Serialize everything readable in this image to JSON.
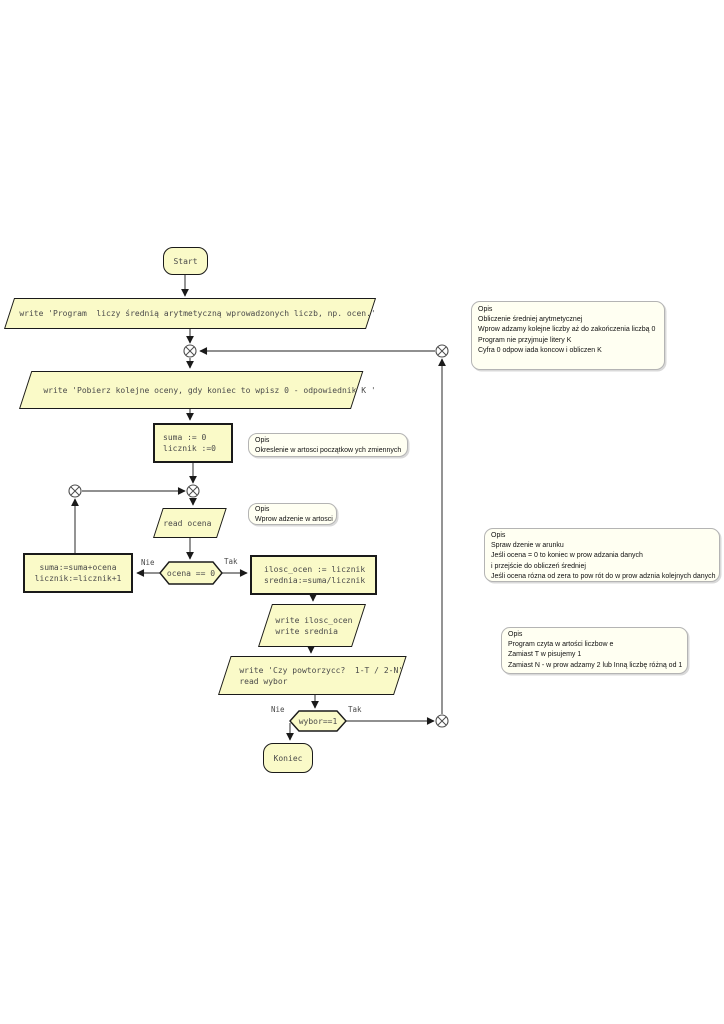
{
  "diagram": {
    "nodes": {
      "start": {
        "label": "Start"
      },
      "intro": {
        "text": "write 'Program  liczy średnią arytmetyczną wprowadzonych liczb, np. ocen.'"
      },
      "prompt": {
        "text": "write 'Pobierz kolejne oceny, gdy koniec to wpisz 0 - odpowiednik K '"
      },
      "init": {
        "lines": [
          "suma := 0",
          "licznik :=0"
        ]
      },
      "read": {
        "text": "read ocena"
      },
      "accumulate": {
        "lines": [
          "suma:=suma+ocena",
          "licznik:=licznik+1"
        ]
      },
      "decision_ocena": {
        "label": "ocena == 0"
      },
      "compute": {
        "lines": [
          "ilosc_ocen := licznik",
          "srednia:=suma/licznik"
        ]
      },
      "output": {
        "lines": [
          "write ilosc_ocen",
          "write srednia"
        ]
      },
      "repeat": {
        "lines": [
          "write 'Czy powtorzycc?  1-T / 2-N'",
          "read wybor"
        ]
      },
      "decision_wybor": {
        "label": "wybor==1"
      },
      "end": {
        "label": "Koniec"
      }
    },
    "edge_labels": {
      "ocena_nie": "Nie",
      "ocena_tak": "Tak",
      "wybor_nie": "Nie",
      "wybor_tak": "Tak"
    },
    "notes": {
      "intro": {
        "title": "Opis",
        "lines": [
          "Obliczenie średniej arytmetycznej",
          "Wprow adzamy kolejne liczby aż do zakończenia liczbą 0",
          "Program nie przyjmuje litery K",
          "Cyfra 0 odpow iada koncow i obliczen K"
        ]
      },
      "init": {
        "title": "Opis",
        "lines": [
          "Okreslenie w artosci początkow ych zmiennych"
        ]
      },
      "read": {
        "title": "Opis",
        "lines": [
          "Wprow adzenie w artosci"
        ]
      },
      "cond": {
        "title": "Opis",
        "lines": [
          "Spraw dzenie w arunku",
          "Jeśli ocena = 0 to koniec w prow adzania danych",
          "i przejście do obliczeń średniej",
          "Jeśli ocena rózna od zera to pow rót do w prow adznia kolejnych danych"
        ]
      },
      "out": {
        "title": "Opis",
        "lines": [
          "Program czyta w artości liczbow e",
          "Zamiast T w pisujemy 1",
          "Zamiast N - w prow adzamy 2 lub Inną liczbę różną od 1"
        ]
      }
    },
    "colors": {
      "bg": "#ffffff",
      "node_fill": "#fafac8",
      "node_border": "#1a1a1a",
      "node_text": "#4a4a4a",
      "note_fill": "#fffff2",
      "note_border": "#b4b4b4",
      "note_text": "#111111",
      "line": "#4d4d4d",
      "arrow": "#1a1a1a"
    }
  }
}
